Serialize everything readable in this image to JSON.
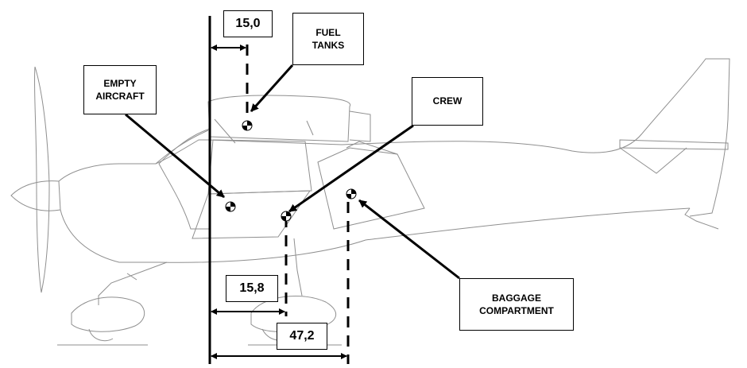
{
  "labels": {
    "fuel_tanks": [
      "FUEL",
      "TANKS"
    ],
    "empty_aircraft": [
      "EMPTY",
      "AIRCRAFT"
    ],
    "crew": [
      "CREW"
    ],
    "baggage": [
      "BAGGAGE",
      "COMPARTMENT"
    ]
  },
  "dimensions": {
    "fuel_tanks_arm": "15,0",
    "crew_arm": "15,8",
    "baggage_arm": "47,2"
  },
  "colors": {
    "line": "#000000",
    "outline": "#9a9a9a",
    "background": "#ffffff"
  }
}
